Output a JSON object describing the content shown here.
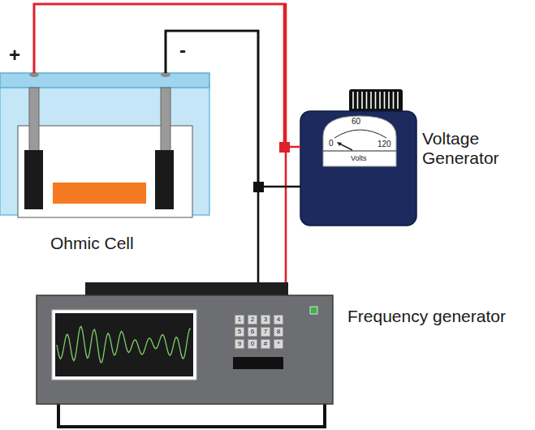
{
  "diagram": {
    "nodes": [
      {
        "text": [
          "Ohmic Cell"
        ]
      },
      {
        "text": [
          "Voltage Generator"
        ]
      },
      {
        "text": [
          "60",
          "0",
          "120",
          "Volts"
        ],
        "in": 1
      },
      {
        "text": [
          "Frequency generator"
        ]
      },
      {
        "text": [
          "1"
        ],
        "in": 3
      },
      {
        "text": [
          "2"
        ],
        "in": 3
      },
      {
        "text": [
          "3"
        ],
        "in": 3
      },
      {
        "text": [
          "4"
        ],
        "in": 3
      },
      {
        "text": [
          "5"
        ],
        "in": 3
      },
      {
        "text": [
          "6"
        ],
        "in": 3
      },
      {
        "text": [
          "7"
        ],
        "in": 3
      },
      {
        "text": [
          "8"
        ],
        "in": 3
      },
      {
        "text": [
          "9"
        ],
        "in": 3
      },
      {
        "text": [
          "0"
        ],
        "in": 3
      },
      {
        "text": [
          "#"
        ],
        "in": 3
      },
      {
        "text": [
          "*"
        ],
        "in": 3
      }
    ],
    "edges": [
      {
        "from": 0,
        "to": 3,
        "arrow": "none"
      },
      {
        "from": 0,
        "to": 1,
        "arrow": "none"
      },
      {
        "from": 0,
        "to": 3,
        "arrow": "none"
      },
      {
        "from": 0,
        "to": 1,
        "arrow": "none"
      }
    ],
    "labels": [
      "+",
      "-"
    ]
  }
}
